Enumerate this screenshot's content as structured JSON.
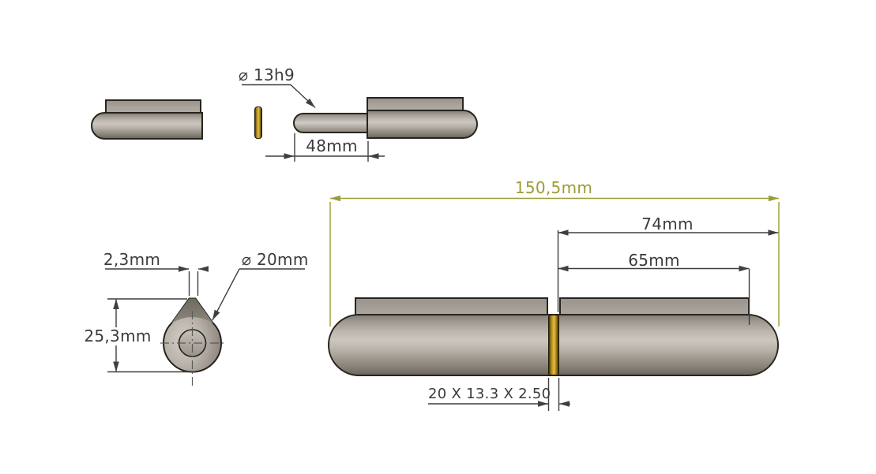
{
  "drawing": {
    "type": "technical-drawing",
    "subject": "weld-on bullet hinge with brass washer, exploded side view, end view and assembled view",
    "background": "#ffffff"
  },
  "dimensions": {
    "pin_diameter": "⌀ 13h9",
    "pin_length": "48mm",
    "tip_width": "2,3mm",
    "barrel_diameter": "⌀ 20mm",
    "profile_height": "25,3mm",
    "overall_length": "150,5mm",
    "right_segment_length": "74mm",
    "right_leaf_length": "65mm",
    "washer_spec": "20 X 13.3 X 2.50"
  },
  "colors": {
    "steel_body": "#aba49c",
    "steel_highlight": "#ccc6bf",
    "steel_shadow": "#6e675d",
    "brass_washer": "#c9a22c",
    "outline": "#26251f",
    "dimension_line": "#3f3f3f",
    "dimension_text": "#3a3a40",
    "overall_dimension_accent": "#9c9c35",
    "centerline": "#5a5a58",
    "background": "#ffffff"
  }
}
